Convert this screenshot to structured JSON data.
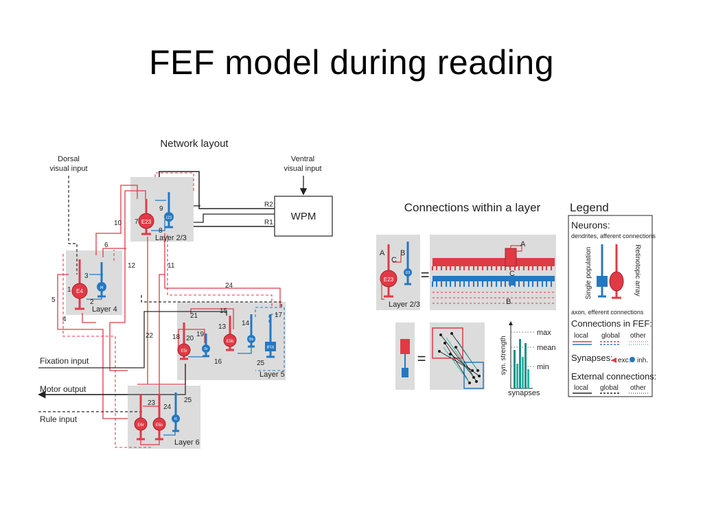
{
  "slide": {
    "title": "FEF model during reading"
  },
  "network_layout": {
    "title": "Network layout",
    "inputs": {
      "dorsal_line1": "Dorsal",
      "dorsal_line2": "visual input",
      "ventral_line1": "Ventral",
      "ventral_line2": "visual input",
      "fixation": "Fixation input",
      "motor": "Motor output",
      "rule": "Rule input"
    },
    "wpm": "WPM",
    "r1": "R1",
    "r2": "R2",
    "layers": {
      "l23": "Layer 2/3",
      "l4": "Layer 4",
      "l5": "Layer 5",
      "l6": "Layer 6"
    },
    "neurons": {
      "e23": "E23",
      "i23": "I23",
      "e4": "E4",
      "i4": "I4",
      "e5r": "E5r",
      "i5r": "I5r",
      "e5b": "E5b",
      "i5b": "I5b",
      "ifix": "IFIX",
      "e6r": "E6r",
      "e6s": "E6s",
      "i6": "I6"
    },
    "connection_numbers": [
      "1",
      "2",
      "3",
      "4",
      "5",
      "6",
      "7",
      "8",
      "9",
      "10",
      "11",
      "12",
      "13",
      "14",
      "15",
      "16",
      "17",
      "18",
      "19",
      "20",
      "21",
      "22",
      "23",
      "24",
      "25",
      "25"
    ]
  },
  "connections_panel": {
    "title": "Connections within a layer",
    "layer_label": "Layer 2/3",
    "label_a": "A",
    "label_b": "B",
    "label_c": "C",
    "neuron_e23": "E23",
    "neuron_i23": "I23",
    "equals": "=",
    "axis_label": "syn. strength",
    "max": "max",
    "mean": "mean",
    "min": "min",
    "synapses": "synapses"
  },
  "legend": {
    "title": "Legend",
    "neurons": "Neurons:",
    "dendrites": "dendrites, afferent connections",
    "single_population": "Single population",
    "retinotopic_array": "Retinotopic array",
    "axon": "axon, efferent connections",
    "connections_fef": "Connections in FEF:",
    "local": "local",
    "global": "global",
    "other": "other",
    "synapses": "Synapses:",
    "exc": "exc.",
    "inh": "inh.",
    "external": "External connections:",
    "ext_local": "local",
    "ext_global": "global",
    "ext_other": "other"
  },
  "colors": {
    "excitatory": "#e03a45",
    "inhibitory": "#2478c2",
    "layer_bg": "#dcdcdc",
    "wire": "#2a2a2a"
  }
}
